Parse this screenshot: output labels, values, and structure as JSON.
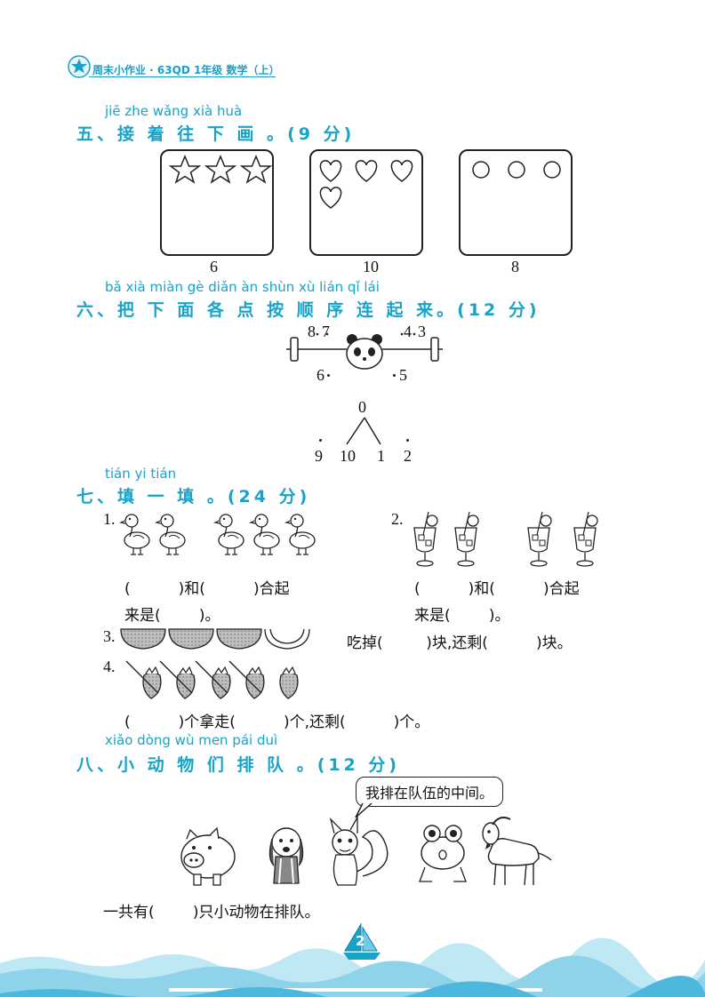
{
  "header": {
    "title": "周末小作业 · 63QD 1年级 数学（上）"
  },
  "section5": {
    "pinyin": "jiē zhe wǎng xià huà",
    "title": "五、接 着  往  下 画 。(9 分)",
    "boxes": [
      {
        "shape": "star",
        "count_drawn": 3,
        "label": "6"
      },
      {
        "shape": "heart",
        "count_drawn": 4,
        "label": "10"
      },
      {
        "shape": "circle",
        "count_drawn": 3,
        "label": "8"
      }
    ]
  },
  "section6": {
    "pinyin": "bǎ xià miàn gè diǎn àn shùn xù lián qǐ lái",
    "title": "六、把 下  面  各  点  按  顺  序 连 起 来。(12 分)",
    "dots": [
      "8",
      "7",
      "4",
      "3",
      "6",
      "5",
      "0",
      "9",
      "10",
      "1",
      "2"
    ]
  },
  "section7": {
    "pinyin": "tián yi tián",
    "title": "七、填  一  填 。(24 分)",
    "q1": {
      "num": "1.",
      "line1": "(          )和(          )合起",
      "line2": "来是(        )。"
    },
    "q2": {
      "num": "2.",
      "line1": "(          )和(          )合起",
      "line2": "来是(        )。"
    },
    "q3": {
      "num": "3.",
      "text": "吃掉(         )块,还剩(          )块。"
    },
    "q4": {
      "num": "4.",
      "text": "(          )个拿走(          )个,还剩(          )个。"
    }
  },
  "section8": {
    "pinyin": "xiǎo dòng wù men pái duì",
    "title": "八、小  动  物 们  排  队 。(12 分)",
    "speech": "我排在队伍的中间。",
    "answer": "一共有(        )只小动物在排队。"
  },
  "footer": {
    "page": "2"
  },
  "colors": {
    "accent": "#19a3c9",
    "wave": "#8fd3ea"
  }
}
